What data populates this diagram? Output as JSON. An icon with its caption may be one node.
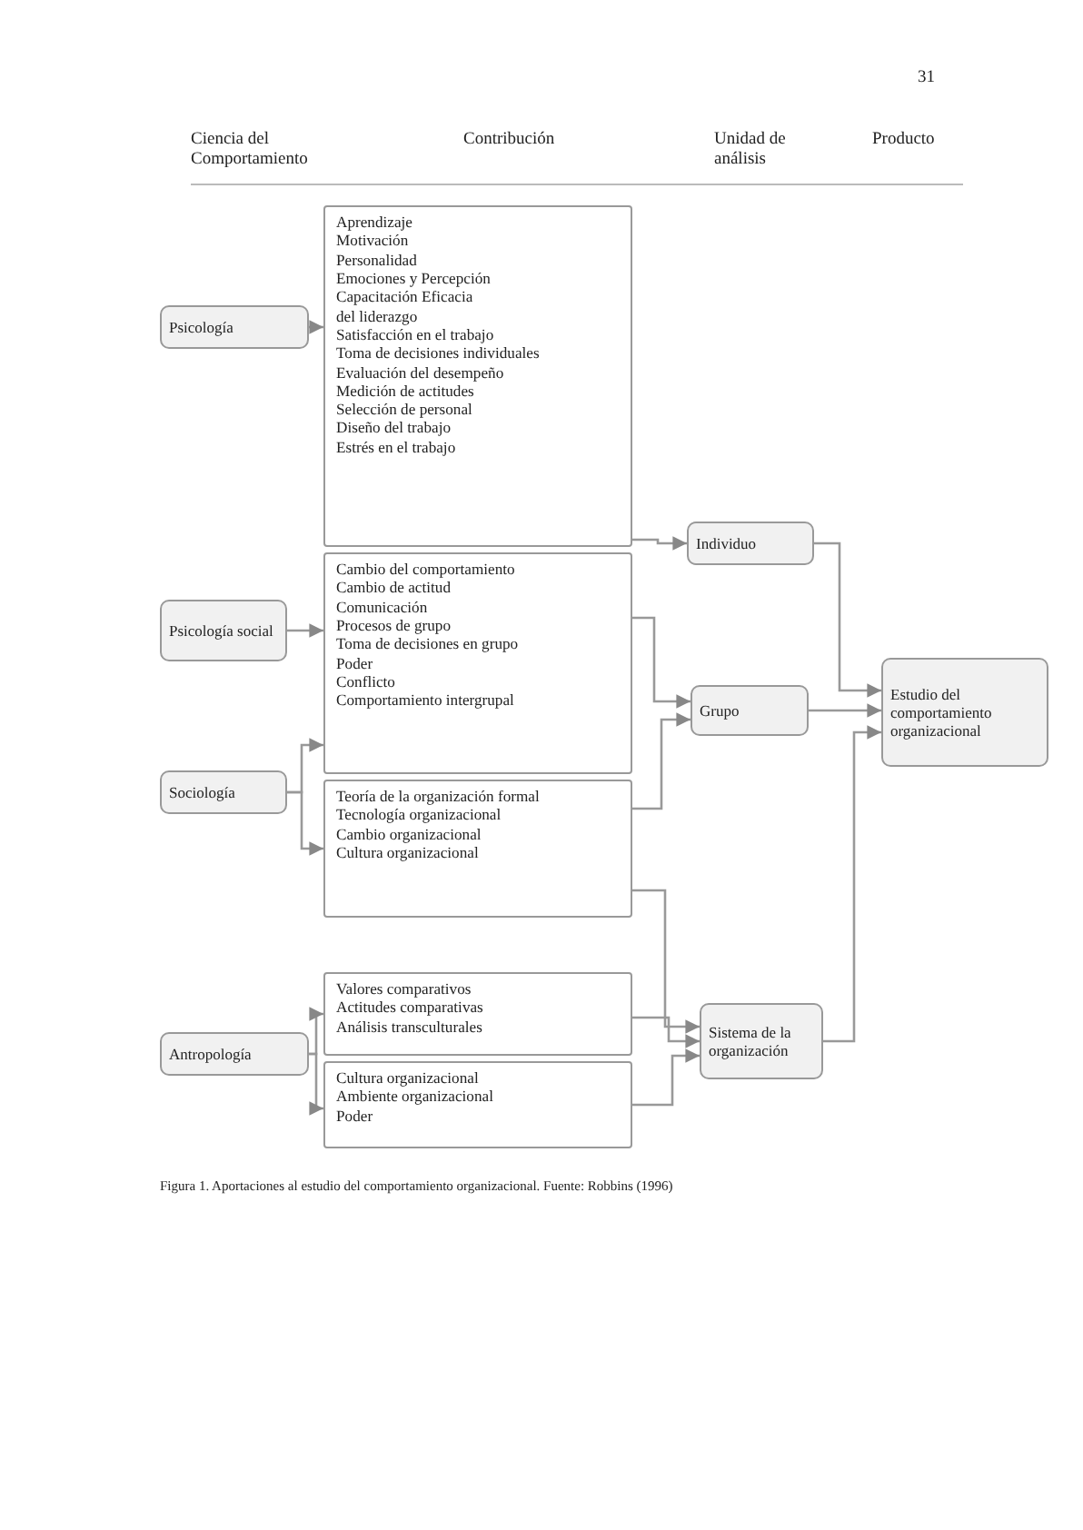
{
  "diagram": {
    "caption": "Figura 1. Aportaciones al estudio del comportamiento organizacional. Fuente: Robbins (1996)",
    "nodes": [
      {
        "text": [
          "Psicología"
        ]
      },
      {
        "text": [
          "Aprendizaje",
          "Motivación",
          "Personalidad",
          "Emociones y Percepción",
          "Capacitación Eficacia",
          "del liderazgo",
          "Satisfacción en el trabajo",
          "Toma de decisiones individuales",
          "Evaluación del desempeño",
          "Medición de actitudes",
          "Selección de personal",
          "Diseño del trabajo",
          "Estrés en el trabajo"
        ]
      },
      {
        "text": [
          "Psicología social"
        ]
      },
      {
        "text": [
          "Cambio del comportamiento",
          "Cambio de actitud",
          "Comunicación",
          "Procesos de grupo",
          "Toma de decisiones en grupo",
          "Poder",
          "Conflicto",
          "Comportamiento intergrupal"
        ]
      },
      {
        "text": [
          "Sociología"
        ]
      },
      {
        "text": [
          "Teoría de la organización formal",
          "Tecnología organizacional",
          "Cambio organizacional",
          "Cultura organizacional"
        ]
      },
      {
        "text": [
          "Antropología"
        ]
      },
      {
        "text": [
          "Valores comparativos",
          "Actitudes comparativas",
          "Análisis transculturales"
        ]
      },
      {
        "text": [
          "Cultura organizacional",
          "Ambiente organizacional",
          "Poder"
        ]
      },
      {
        "text": [
          "Individuo"
        ]
      },
      {
        "text": [
          "Grupo"
        ]
      },
      {
        "text": [
          "Sistema de la organización"
        ]
      },
      {
        "text": [
          "Estudio del comportamiento organizacional"
        ]
      }
    ],
    "edges": [
      {
        "from": 0,
        "to": 1,
        "arrow": "to"
      },
      {
        "from": 2,
        "to": 3,
        "arrow": "to"
      },
      {
        "from": 4,
        "to": 3,
        "arrow": "to"
      },
      {
        "from": 4,
        "to": 5,
        "arrow": "to"
      },
      {
        "from": 6,
        "to": 7,
        "arrow": "to"
      },
      {
        "from": 6,
        "to": 8,
        "arrow": "to"
      },
      {
        "from": 1,
        "to": 9,
        "arrow": "to"
      },
      {
        "from": 3,
        "to": 10,
        "arrow": "to"
      },
      {
        "from": 5,
        "to": 10,
        "arrow": "to"
      },
      {
        "from": 5,
        "to": 11,
        "arrow": "to"
      },
      {
        "from": 7,
        "to": 11,
        "arrow": "to"
      },
      {
        "from": 8,
        "to": 11,
        "arrow": "to"
      },
      {
        "from": 9,
        "to": 12,
        "arrow": "to"
      },
      {
        "from": 10,
        "to": 12,
        "arrow": "to"
      },
      {
        "from": 11,
        "to": 12,
        "arrow": "to"
      }
    ],
    "labels": [
      "31",
      "Ciencia del Comportamiento",
      "Contribución",
      "Unidad de análisis",
      "Producto"
    ]
  }
}
